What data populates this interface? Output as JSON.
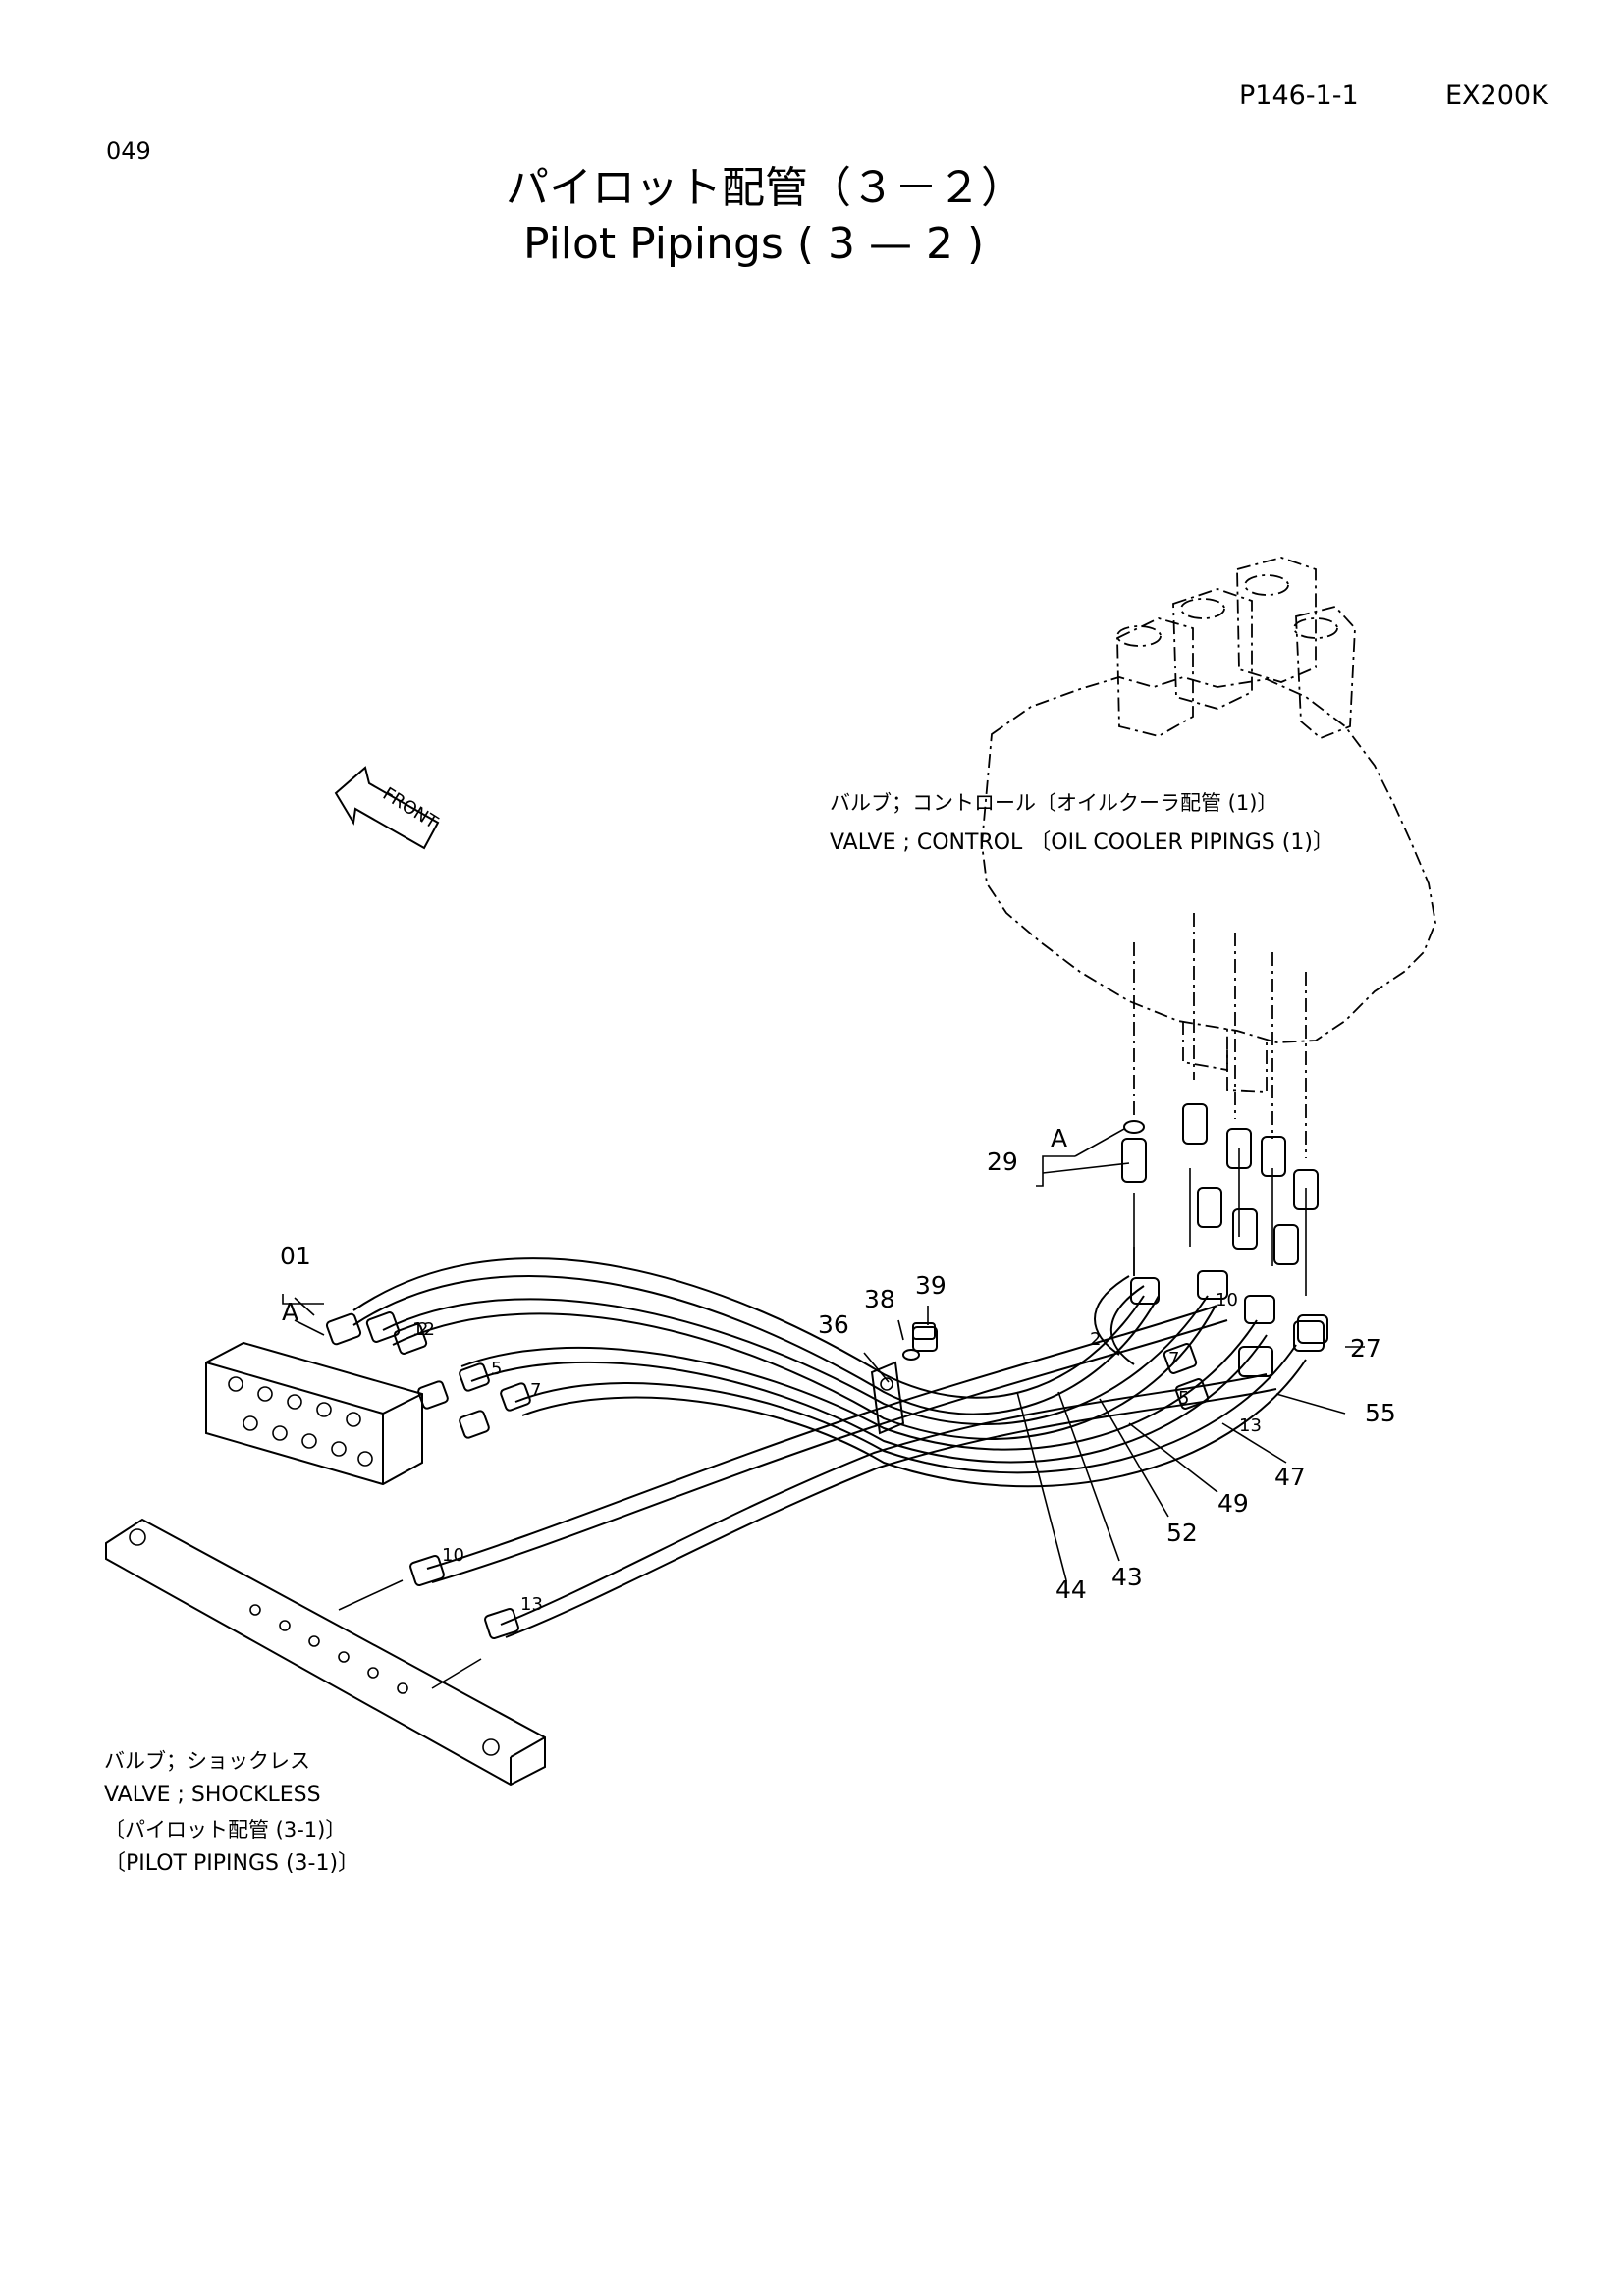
{
  "header": {
    "page_code": "P146-1-1",
    "model": "EX200K",
    "sheet_number": "049"
  },
  "title": {
    "japanese": "パイロット配管（３－２）",
    "english": "Pilot Pipings ( 3 — 2 )"
  },
  "front_arrow": {
    "label": "FRONT"
  },
  "callouts": {
    "control_valve": {
      "line1": "バルブ；コントロール〔オイルクーラ配管 (1)〕",
      "line2": "VALVE ; CONTROL 〔OIL COOLER PIPINGS (1)〕"
    },
    "shockless_valve": {
      "line1": "バルブ；ショックレス",
      "line2": "VALVE ; SHOCKLESS",
      "line3": "〔パイロット配管 (3-1)〕",
      "line4": "〔PILOT PIPINGS (3-1)〕"
    }
  },
  "part_numbers": [
    "01",
    "A",
    "A",
    "29",
    "27",
    "36",
    "38",
    "39",
    "43",
    "44",
    "47",
    "49",
    "52",
    "55"
  ],
  "hose_tags": [
    "2",
    "5",
    "7",
    "10",
    "12",
    "13",
    "2",
    "7",
    "5",
    "10",
    "13"
  ]
}
